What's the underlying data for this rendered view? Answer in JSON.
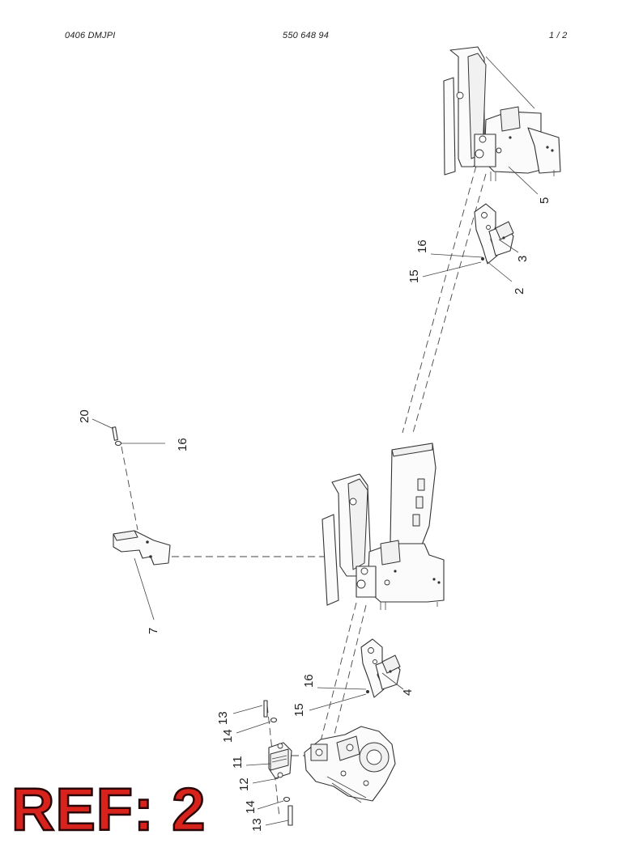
{
  "header": {
    "left": "0406  DMJPI",
    "center": "550 648 94",
    "right": "1 /   2"
  },
  "callouts": {
    "c5": "5",
    "c3": "3",
    "c2": "2",
    "c16a": "16",
    "c15a": "15",
    "c20": "20",
    "c16b": "16",
    "c7": "7",
    "c16c": "16",
    "c15b": "15",
    "c4": "4",
    "c13a": "13",
    "c14a": "14",
    "c11": "11",
    "c12": "12",
    "c14b": "14",
    "c13b": "13"
  },
  "badge": {
    "text": "REF: 2",
    "color": "#d8231c"
  }
}
